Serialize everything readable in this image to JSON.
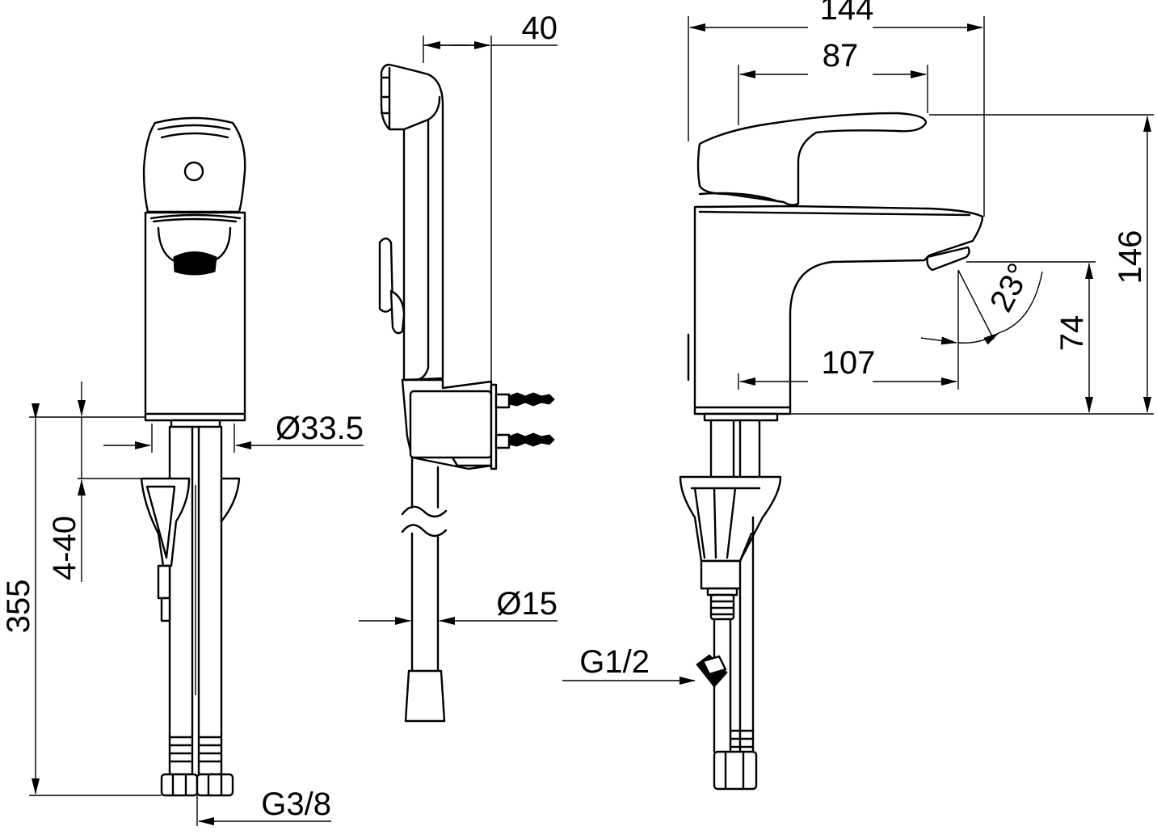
{
  "dimensions": {
    "front": {
      "overall_height": "355",
      "deck_thickness": "4-40",
      "hole_diameter": "Ø33.5",
      "connection": "G3/8"
    },
    "shower": {
      "width": "40",
      "hose_diameter": "Ø15"
    },
    "side": {
      "overall_width": "144",
      "handle_reach": "87",
      "overall_height": "146",
      "angle": "23°",
      "spout_height": "74",
      "spout_reach": "107",
      "connection": "G1/2"
    }
  }
}
